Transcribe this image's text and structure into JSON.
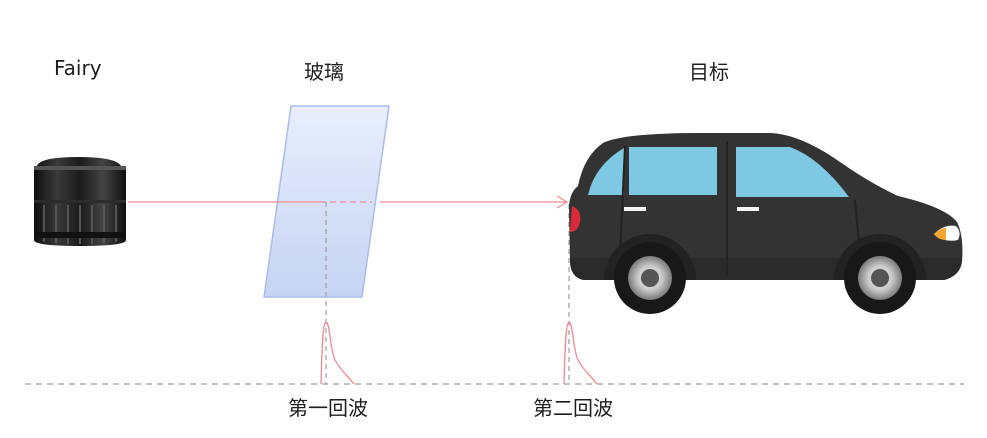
{
  "labels": {
    "sensor": "Fairy",
    "glass": "玻璃",
    "target": "目标",
    "first_echo": "第一回波",
    "second_echo": "第二回波"
  },
  "colors": {
    "laser_beam": "#f08a96",
    "glass_fill_top": "#e8eefb",
    "glass_fill_bottom": "#c6d4f3",
    "glass_edge": "#a9bde8",
    "dashed_guide": "#9e9e9e",
    "car_body": "#333333",
    "car_window": "#7ec8e3",
    "headlight": "#f2a531",
    "taillight": "#d92b3a",
    "sensor_body": "#1a1a1a"
  },
  "icons": {
    "sensor": "lidar-sensor-icon",
    "target": "car-icon"
  }
}
